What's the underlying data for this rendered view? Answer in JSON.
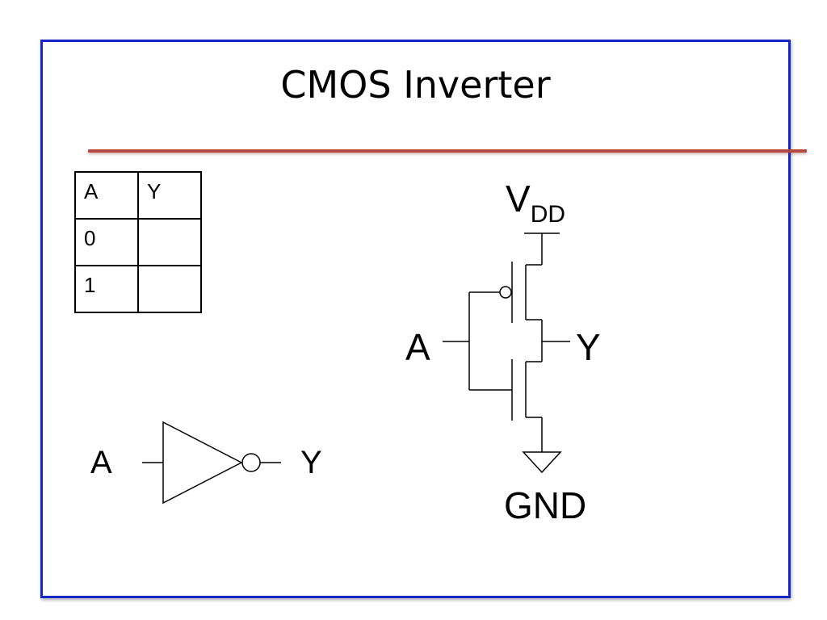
{
  "slide": {
    "title": "CMOS Inverter"
  },
  "truth_table": {
    "headers": [
      "A",
      "Y"
    ],
    "rows": [
      [
        "0",
        ""
      ],
      [
        "1",
        ""
      ]
    ]
  },
  "inverter_symbol": {
    "input": "A",
    "output": "Y"
  },
  "transistor_schematic": {
    "supply": "V",
    "supply_subscript": "DD",
    "input": "A",
    "output": "Y",
    "ground": "GND"
  },
  "colors": {
    "frame": "#1726c8",
    "title_rule": "#b4473f"
  }
}
